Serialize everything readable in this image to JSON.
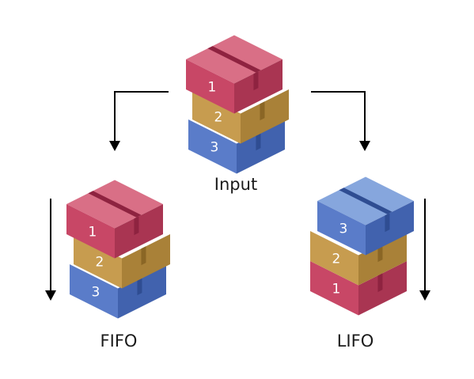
{
  "colors": {
    "red": {
      "top": "#d96f86",
      "left": "#c84766",
      "right": "#a93552",
      "strap": "#8e2340"
    },
    "gold": {
      "top": "#dcb973",
      "left": "#c79c4f",
      "right": "#a98138",
      "strap": "#8a6625"
    },
    "blue": {
      "top": "#86a6dd",
      "left": "#5a7cc9",
      "right": "#4162ae",
      "strap": "#2f4d92"
    }
  },
  "diagram": {
    "input": {
      "label": "Input",
      "boxes": [
        {
          "number": "1",
          "color": "red"
        },
        {
          "number": "2",
          "color": "gold"
        },
        {
          "number": "3",
          "color": "blue"
        }
      ]
    },
    "fifo": {
      "label": "FIFO",
      "boxes": [
        {
          "number": "1",
          "color": "red"
        },
        {
          "number": "2",
          "color": "gold"
        },
        {
          "number": "3",
          "color": "blue"
        }
      ]
    },
    "lifo": {
      "label": "LIFO",
      "boxes": [
        {
          "number": "3",
          "color": "blue"
        },
        {
          "number": "2",
          "color": "gold"
        },
        {
          "number": "1",
          "color": "red"
        }
      ]
    }
  }
}
